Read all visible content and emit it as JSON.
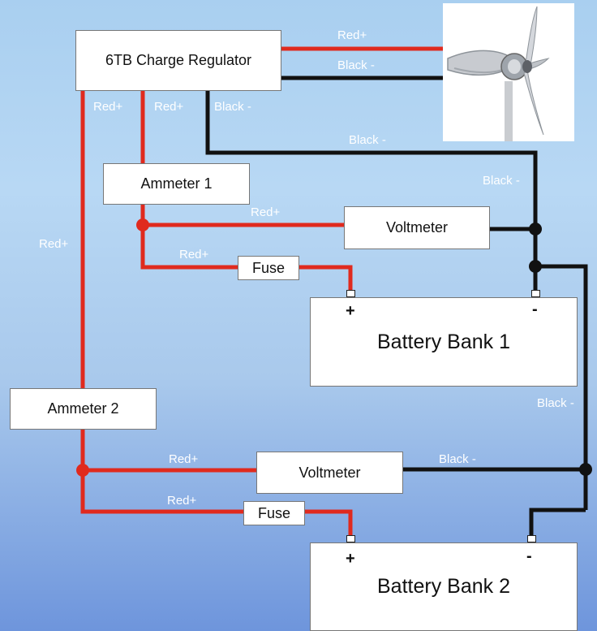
{
  "components": {
    "charge_regulator": "6TB Charge Regulator",
    "ammeter_1": "Ammeter 1",
    "ammeter_2": "Ammeter 2",
    "voltmeter_1": "Voltmeter",
    "voltmeter_2": "Voltmeter",
    "fuse_1": "Fuse",
    "fuse_2": "Fuse",
    "battery_bank_1": "Battery Bank 1",
    "battery_bank_2": "Battery Bank 2"
  },
  "battery_terminals": {
    "positive": "+",
    "negative": "-"
  },
  "wire_labels": {
    "turbine_red": "Red+",
    "turbine_black": "Black -",
    "reg_red_left": "Red+",
    "reg_red_mid": "Red+",
    "reg_black": "Black -",
    "black_top_run": "Black -",
    "black_right_1": "Black -",
    "volt1_red": "Red+",
    "fuse1_red": "Red+",
    "left_red": "Red+",
    "black_right_2": "Black -",
    "volt2_red": "Red+",
    "volt2_black": "Black -",
    "fuse2_red": "Red+"
  },
  "colors": {
    "red_wire": "#e02a1e",
    "black_wire": "#111111",
    "background_top": "#a9cff0",
    "background_bottom": "#6e95dc"
  },
  "icons": {
    "turbine": "wind-turbine-icon"
  }
}
